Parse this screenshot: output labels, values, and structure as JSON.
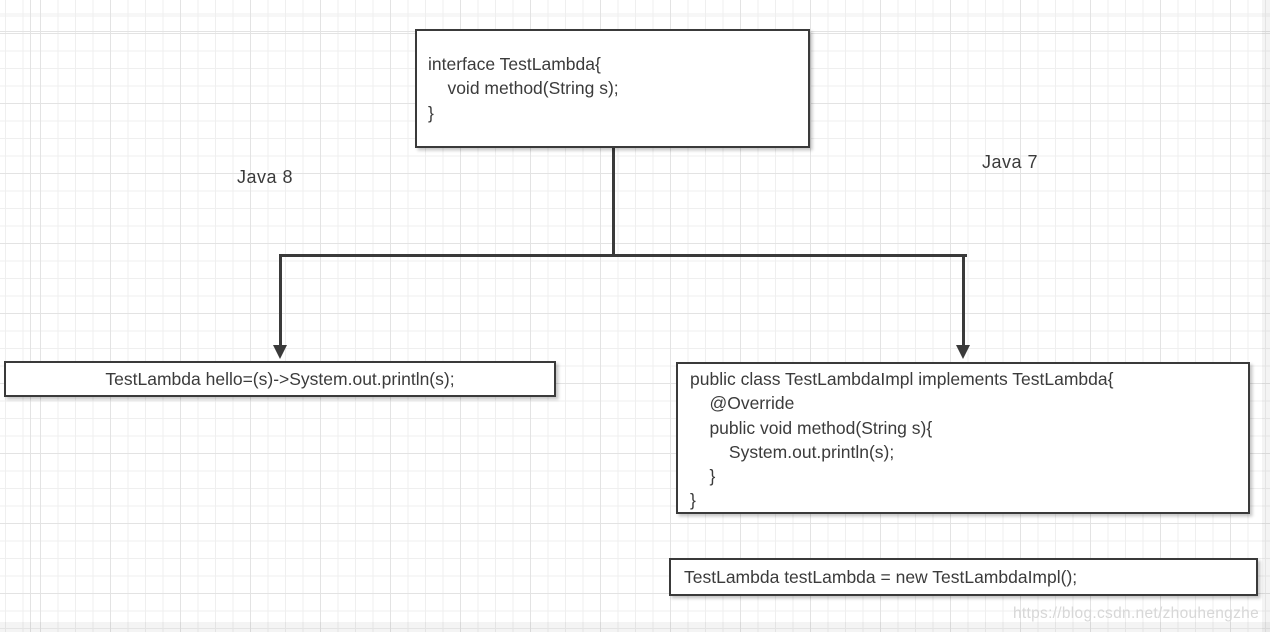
{
  "diagram": {
    "interface_box": {
      "code": "interface TestLambda{\n    void method(String s);\n}"
    },
    "branch_labels": {
      "java8": "Java 8",
      "java7": "Java 7"
    },
    "lambda_box": {
      "code": "TestLambda hello=(s)->System.out.println(s);"
    },
    "impl_box": {
      "code": "public class TestLambdaImpl implements TestLambda{\n    @Override\n    public void method(String s){\n        System.out.println(s);\n    }\n}"
    },
    "usage_box": {
      "code": "TestLambda testLambda = new TestLambdaImpl();"
    },
    "watermark": "https://blog.csdn.net/zhouhengzhe",
    "colors": {
      "stroke": "#3a3a3a",
      "text": "#3b3b3b",
      "background": "#ffffff",
      "grid_minor": "#efefef",
      "grid_major": "#e3e3e3",
      "watermark": "#d7d7d7"
    }
  }
}
